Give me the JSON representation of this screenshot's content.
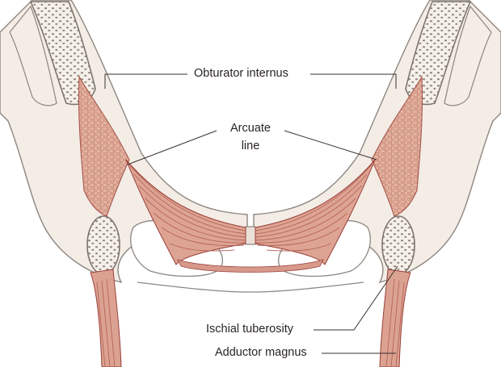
{
  "labels": {
    "obturator_internus": "Obturator internus",
    "arcuate_line_1": "Arcuate",
    "arcuate_line_2": "line",
    "ischial_tuberosity": "Ischial tuberosity",
    "adductor_magnus": "Adductor magnus"
  },
  "colors": {
    "bone_fill": "#f3ede6",
    "bone_outline": "#8e8680",
    "muscle_fill": "#e2b7a8",
    "muscle_stripe": "#b5645a",
    "muscle_dark": "#9a3e38",
    "marrow": "#cfc7c0",
    "leader_line": "#3a3230"
  }
}
